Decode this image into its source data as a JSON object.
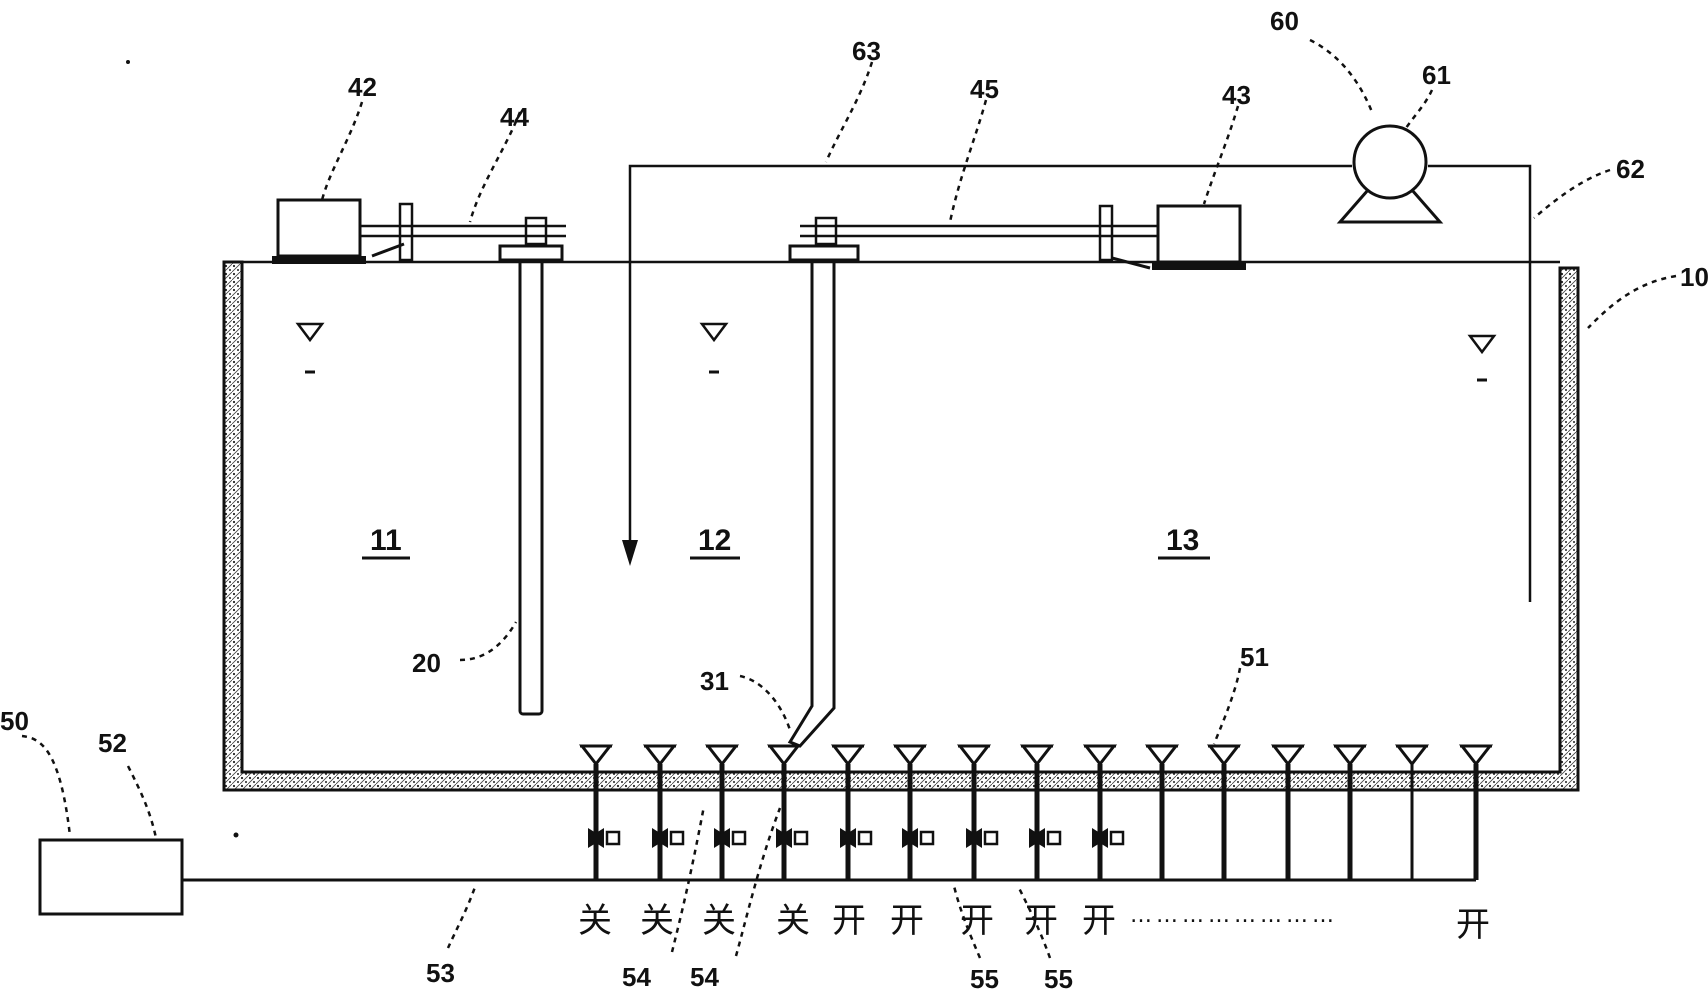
{
  "labels": {
    "system": "10",
    "zone1": "11",
    "zone2": "12",
    "zone3": "13",
    "baffle1": "20",
    "baffle2_foot": "31",
    "agitator_left": "42",
    "agitator_right": "43",
    "shaft_left": "44",
    "shaft_right": "45",
    "aeration_system": "50",
    "diffuser": "51",
    "blower": "52",
    "air_main": "53",
    "valve_closed_a": "54",
    "valve_closed_b": "54",
    "valve_open_a": "55",
    "valve_open_b": "55",
    "recycle_system": "60",
    "pump": "61",
    "pump_inlet_pipe": "62",
    "return_pipe": "63"
  },
  "valve_states": [
    "关",
    "关",
    "关",
    "关",
    "开",
    "开",
    "开",
    "开",
    "开"
  ],
  "last_state": "开",
  "ellipsis": "……………………"
}
